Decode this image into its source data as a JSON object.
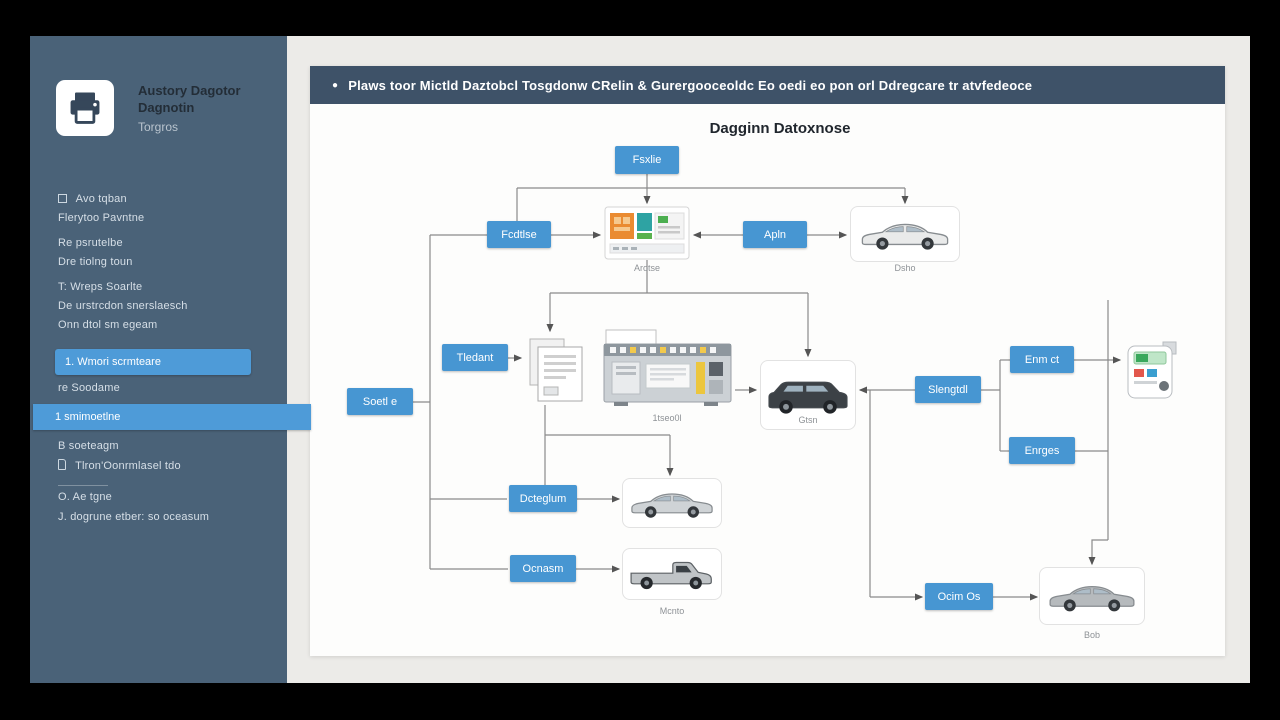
{
  "colors": {
    "accent": "#4a9ad4",
    "sidebar": "#4a6278",
    "header_bar": "#3e5268"
  },
  "sidebar": {
    "title_line1": "Austory Dagotor",
    "title_line2": "Dagnotin",
    "title_line3": "Torgros",
    "items": [
      {
        "label": "Avo tqban"
      },
      {
        "label": "Flerytoo Pavntne"
      },
      {
        "label": "Re psrutelbe"
      },
      {
        "label": "Dre tiolng toun"
      },
      {
        "label": "T: Wreps Soarlte"
      },
      {
        "label": "De urstrcdon snerslaesch"
      },
      {
        "label": "Onn dtol sm egeam"
      },
      {
        "label": "1. Wmori scrmteare"
      },
      {
        "label": "re Soodame"
      },
      {
        "label": "1  smimoetlne"
      },
      {
        "label": "B soeteagm"
      },
      {
        "label": "Tlron'Oonrmlasel tdo"
      },
      {
        "label": "O. Ae tgne"
      },
      {
        "label": "J. dogrune etber: so oceasum"
      }
    ]
  },
  "header": {
    "bullet": "●",
    "text": "Plaws toor Mictld Daztobcl Tosgdonw CRelin & Gurergooceoldc Eo oedi eo pon orl Ddregcare tr atvfedeoce"
  },
  "diagram": {
    "title": "Dagginn Datoxnose",
    "nodes": {
      "fsxlie": "Fsxlie",
      "fcdtlse": "Fcdtlse",
      "apln": "Apln",
      "tledant": "Tledant",
      "soetle": "Soetl e",
      "slengtdl": "Slengtdl",
      "enmct": "Enm ct",
      "enrges": "Enrges",
      "dcteglum": "Dcteglum",
      "ocnasm": "Ocnasm",
      "ocimos": "Ocim Os"
    },
    "captions": {
      "arotse": "Arotse",
      "dsho": "Dsho",
      "itseool": "1tseo0l",
      "gtsn": "Gtsn",
      "mcnto": "Mcnto",
      "bob": "Bob"
    }
  }
}
